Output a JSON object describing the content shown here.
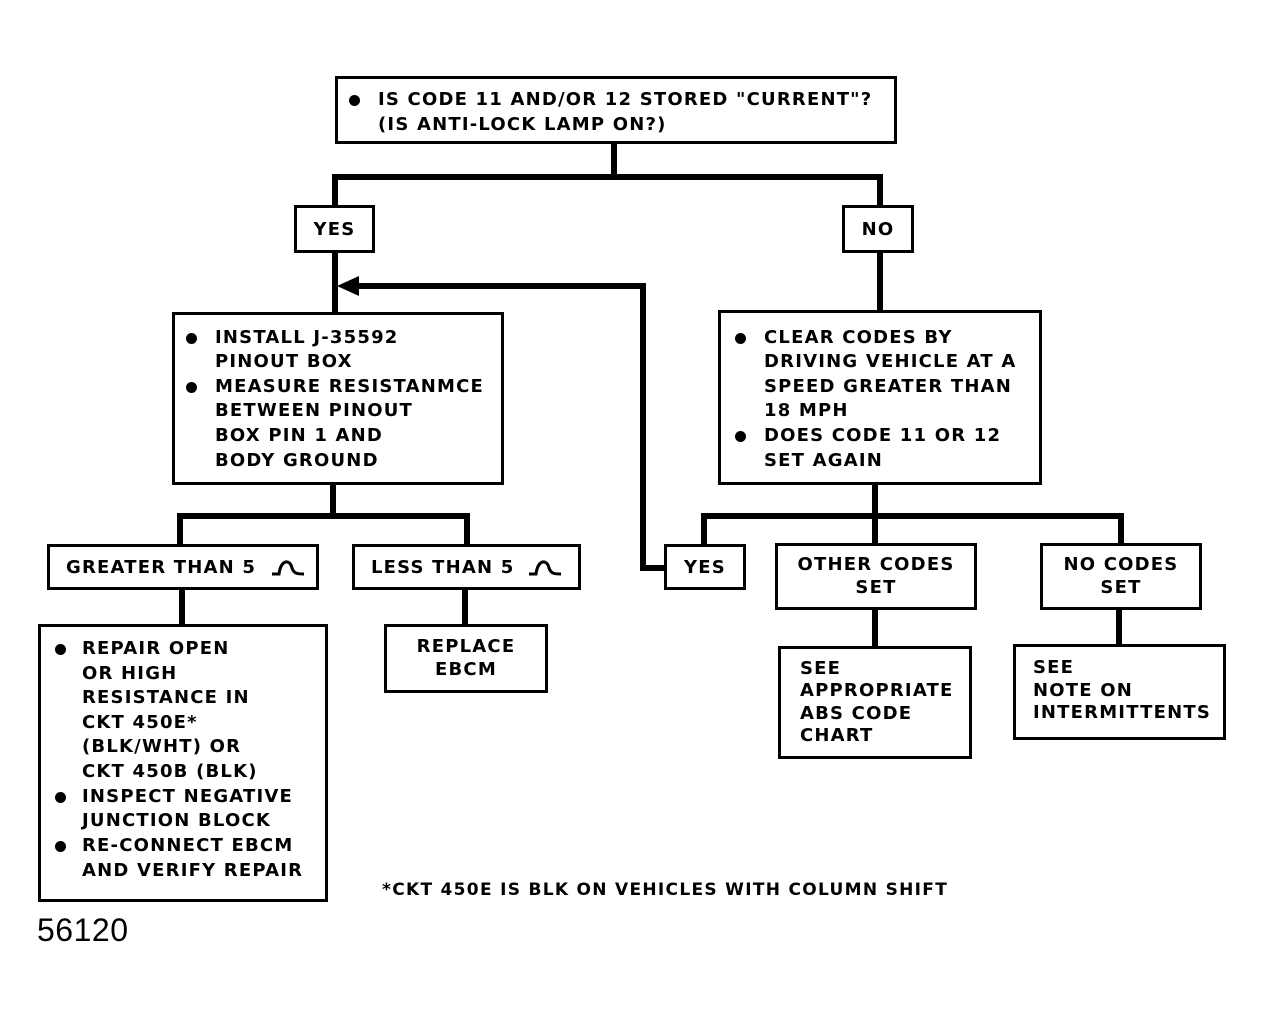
{
  "start": {
    "line1": "IS CODE 11 AND/OR 12 STORED \"CURRENT\"?",
    "line2": "(IS ANTI-LOCK LAMP ON?)"
  },
  "yes_label": "YES",
  "no_label": "NO",
  "install_box": {
    "b1": [
      "INSTALL J-35592",
      "PINOUT BOX"
    ],
    "b2": [
      "MEASURE RESISTANMCE",
      "BETWEEN PINOUT",
      "BOX PIN 1 AND",
      "BODY GROUND"
    ]
  },
  "clear_box": {
    "b1": [
      "CLEAR CODES BY",
      "DRIVING VEHICLE AT A",
      "SPEED GREATER THAN",
      "18 MPH"
    ],
    "b2": [
      "DOES CODE 11 OR 12",
      "SET AGAIN"
    ]
  },
  "greater_label": "GREATER THAN 5",
  "less_label": "LESS THAN 5",
  "yes2_label": "YES",
  "other_codes": [
    "OTHER CODES",
    "SET"
  ],
  "no_codes": [
    "NO CODES",
    "SET"
  ],
  "repair_box": {
    "b1": [
      "REPAIR OPEN",
      "OR HIGH",
      "RESISTANCE IN",
      "CKT 450E*",
      "(BLK/WHT) OR",
      "CKT 450B (BLK)"
    ],
    "b2": [
      "INSPECT NEGATIVE",
      "JUNCTION BLOCK"
    ],
    "b3": [
      "RE-CONNECT EBCM",
      "AND VERIFY REPAIR"
    ]
  },
  "replace_box": [
    "REPLACE",
    "EBCM"
  ],
  "see_abs": [
    "SEE",
    "APPROPRIATE",
    "ABS CODE",
    "CHART"
  ],
  "see_note": [
    "SEE",
    "NOTE ON",
    "INTERMITTENTS"
  ],
  "footnote": "*CKT 450E IS BLK ON VEHICLES WITH COLUMN SHIFT",
  "figure_number": "56120"
}
